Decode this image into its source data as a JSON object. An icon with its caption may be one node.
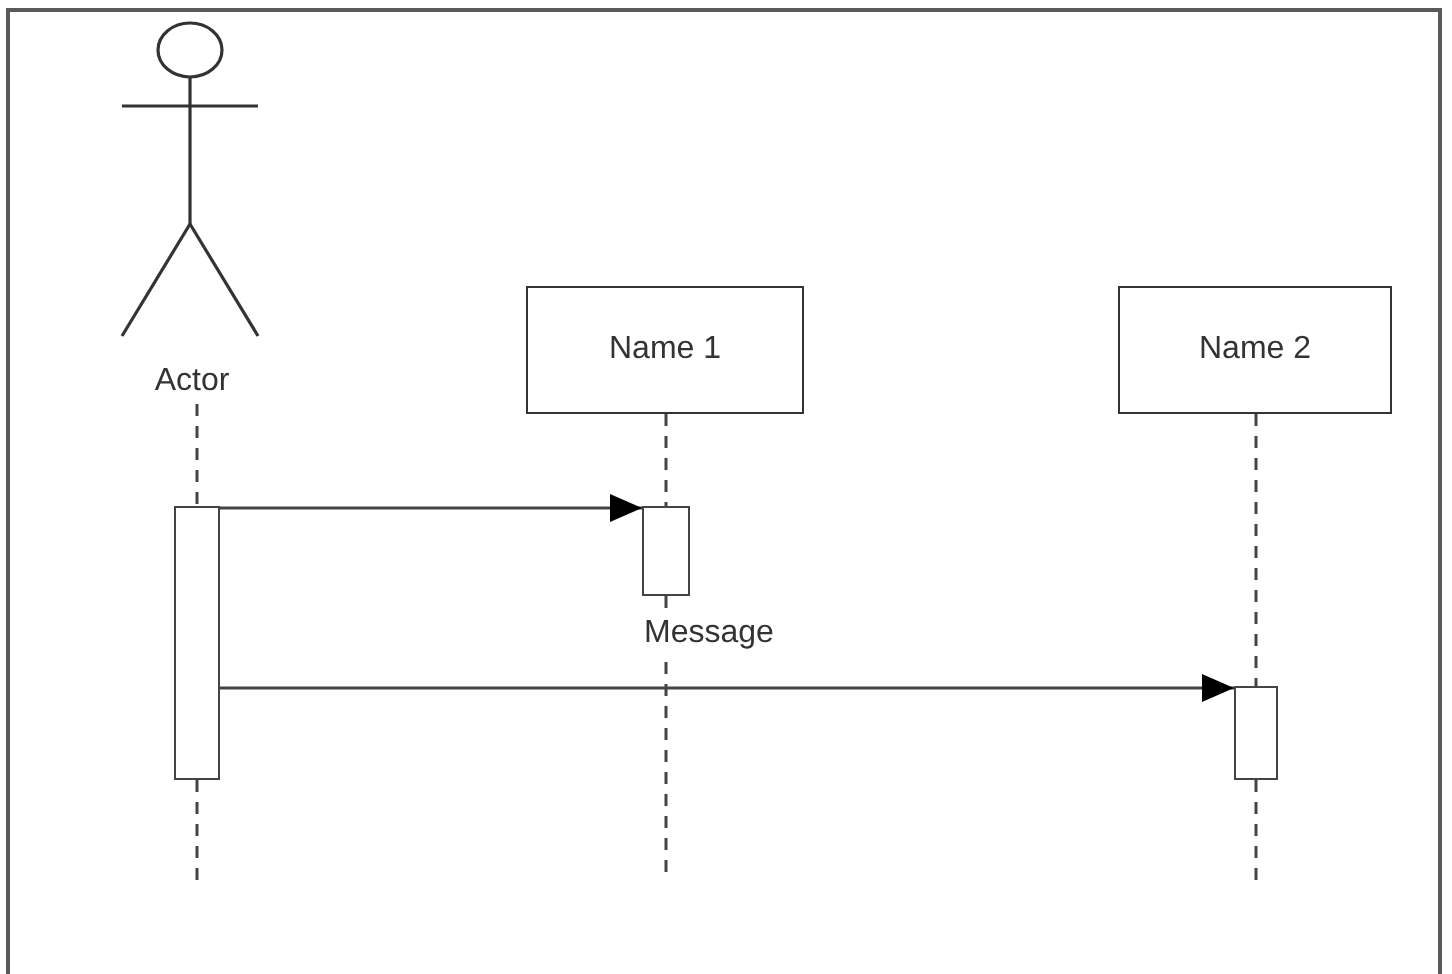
{
  "diagram": {
    "nodes": [
      {
        "text": [
          "Actor"
        ]
      },
      {
        "text": [
          "Name 1"
        ]
      },
      {
        "text": [
          "Name 2"
        ]
      },
      {
        "text": [],
        "shape": "bar"
      },
      {
        "text": [],
        "shape": "bar"
      },
      {
        "text": [],
        "shape": "bar"
      }
    ],
    "edges": [
      {
        "from": 0,
        "to": 3,
        "arrow": "none",
        "style": "dashed"
      },
      {
        "from": 3,
        "to": null,
        "arrow": "none",
        "style": "dashed"
      },
      {
        "from": 1,
        "to": 4,
        "arrow": "none",
        "style": "dashed"
      },
      {
        "from": 4,
        "to": null,
        "arrow": "none",
        "style": "dashed"
      },
      {
        "from": 2,
        "to": 5,
        "arrow": "none",
        "style": "dashed"
      },
      {
        "from": 5,
        "to": null,
        "arrow": "none",
        "style": "dashed"
      },
      {
        "from": 3,
        "to": 4,
        "arrow": "to"
      },
      {
        "from": 3,
        "to": 5,
        "arrow": "to"
      }
    ],
    "labels": [
      "Message"
    ]
  }
}
